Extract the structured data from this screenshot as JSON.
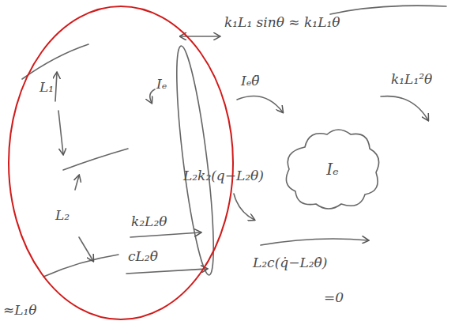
{
  "diagram": {
    "nodes": [
      {
        "text": [
          "Iₑ"
        ]
      }
    ],
    "labels": [
      "k₁L₁ sinθ ≈ k₁L₁θ",
      "L₁",
      "Iₑ",
      "L₂k₂(q−L₂θ)",
      "L₂",
      "k₂L₂θ",
      "cL₂θ̇",
      "≈L₁θ",
      "Iₑθ̈",
      "k₁L₁²θ",
      "L₂c(q̇−L₂θ̇)",
      "=0"
    ]
  }
}
